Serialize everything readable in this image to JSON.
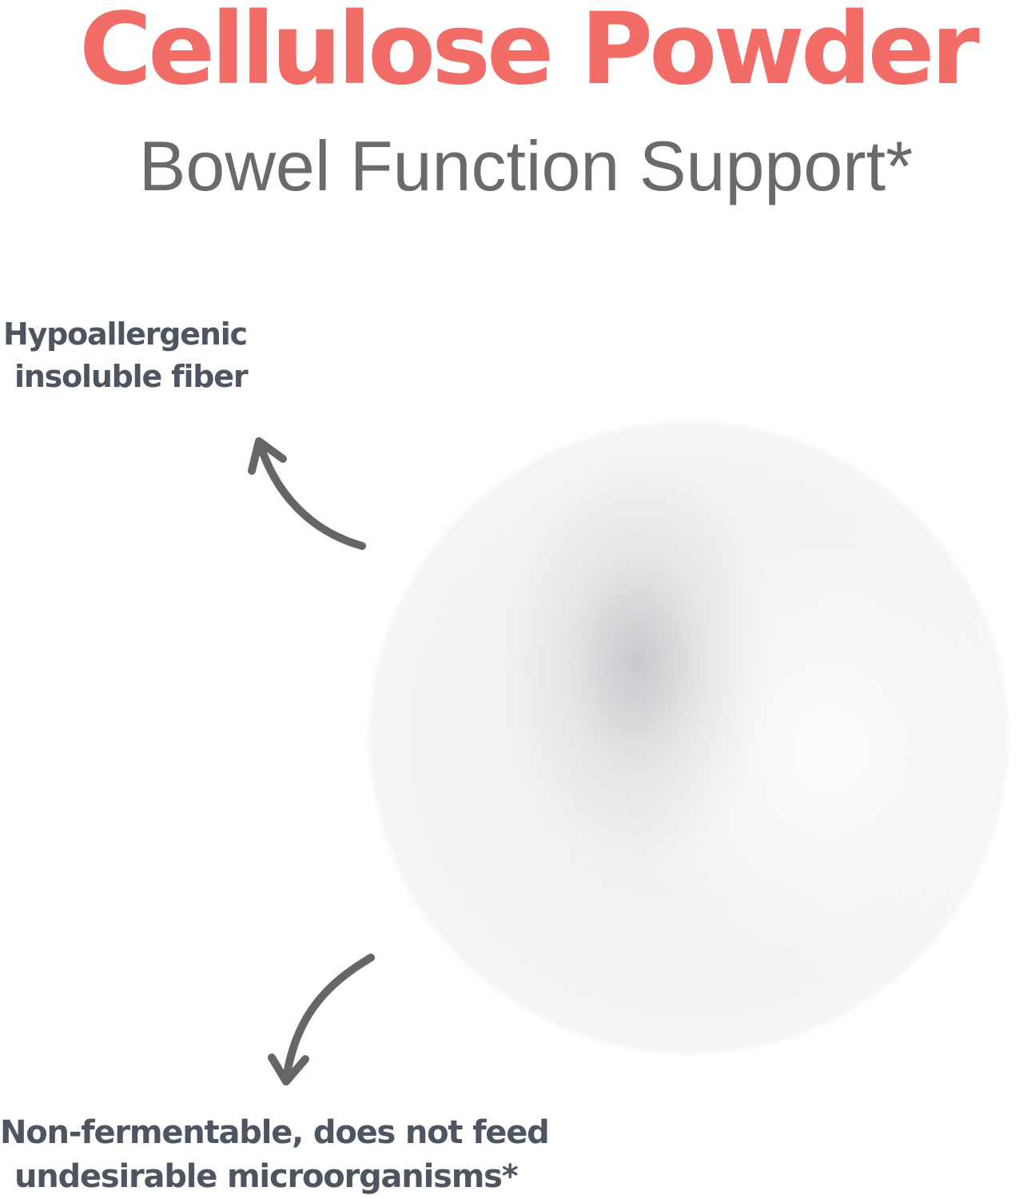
{
  "header": {
    "title": "Cellulose Powder",
    "subtitle": "Bowel Function Support*"
  },
  "callouts": {
    "top": {
      "line1": "Hypoallergenic",
      "line2": "insoluble fiber"
    },
    "bottom": {
      "line1": "Non-fermentable, does not feed",
      "line2": "undesirable microorganisms*"
    }
  },
  "image": {
    "subject": "pile of white cellulose powder"
  },
  "icons": {
    "top_arrow": "curved-arrow-up-left-icon",
    "bottom_arrow": "curved-arrow-down-left-icon"
  },
  "colors": {
    "title": "#f26c68",
    "subtitle": "#6a6a6c",
    "callout_text": "#4d5560",
    "arrow": "#666668",
    "background": "#ffffff"
  }
}
